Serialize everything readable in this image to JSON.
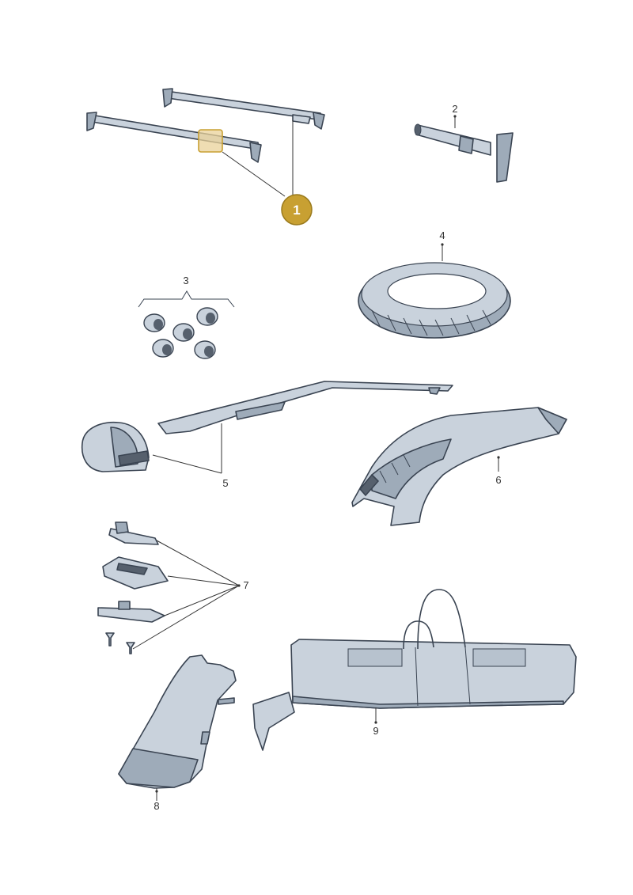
{
  "colors": {
    "part_fill": "#c9d2dc",
    "part_shade": "#9eabb9",
    "part_dark": "#56606d",
    "outline": "#3a4452",
    "callout_fill": "#c8a032",
    "callout_stroke": "#9a7a1c",
    "highlight_fill": "#e9d29a"
  },
  "callout": {
    "label": "1"
  },
  "parts": [
    {
      "label": "2",
      "icon": "tow-eye-icon"
    },
    {
      "label": "3",
      "icon": "bolt-caps-icon"
    },
    {
      "label": "4",
      "icon": "snow-chain-icon"
    },
    {
      "label": "5",
      "icon": "ski-bag-holder-icon"
    },
    {
      "label": "6",
      "icon": "luggage-tray-icon"
    },
    {
      "label": "7",
      "icon": "bracket-set-icon"
    },
    {
      "label": "8",
      "icon": "cover-icon"
    },
    {
      "label": "9",
      "icon": "storage-bag-icon"
    }
  ]
}
